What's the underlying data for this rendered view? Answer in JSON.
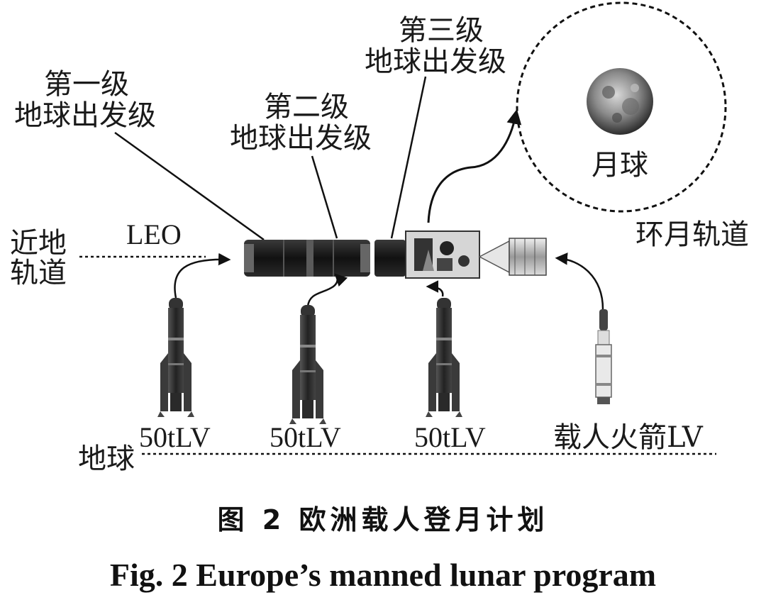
{
  "labels": {
    "stage1_line1": "第一级",
    "stage1_line2": "地球出发级",
    "stage2_line1": "第二级",
    "stage2_line2": "地球出发级",
    "stage3_line1": "第三级",
    "stage3_line2": "地球出发级",
    "moon": "月球",
    "lunar_orbit": "环月轨道",
    "leo_orbit_line1": "近地",
    "leo_orbit_line2": "轨道",
    "leo": "LEO",
    "earth": "地球",
    "lv1": "50tLV",
    "lv2": "50tLV",
    "lv3": "50tLV",
    "crew_lv": "载人火箭LV"
  },
  "caption": {
    "cn": "图 2   欧洲载人登月计划",
    "en": "Fig. 2   Europe’s manned lunar program"
  }
}
